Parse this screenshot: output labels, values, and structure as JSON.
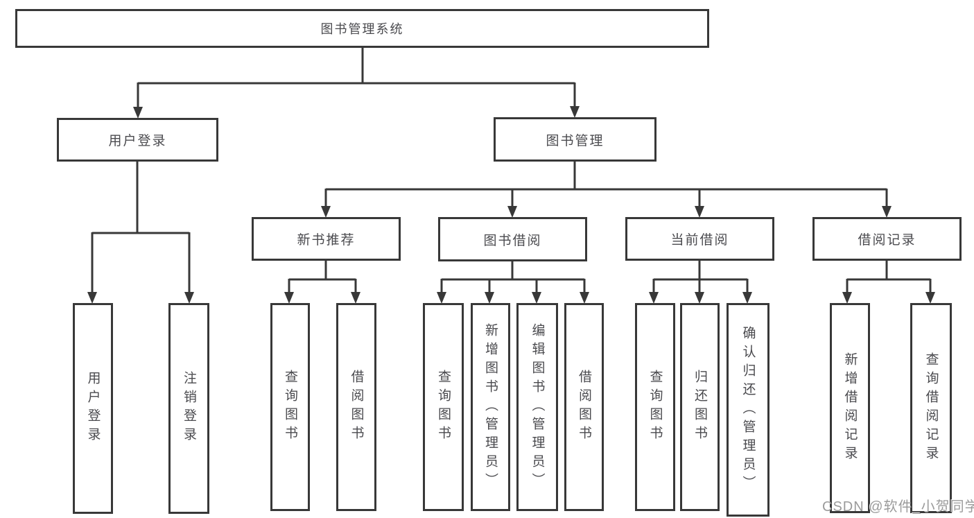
{
  "diagram": {
    "root": {
      "label": "图书管理系统"
    },
    "branches": {
      "user_login": {
        "label": "用户登录"
      },
      "book_management": {
        "label": "图书管理"
      }
    },
    "modules": {
      "new_book_recommend": {
        "label": "新书推荐"
      },
      "book_borrowing": {
        "label": "图书借阅"
      },
      "current_borrowing": {
        "label": "当前借阅"
      },
      "borrowing_records": {
        "label": "借阅记录"
      }
    },
    "leaves": {
      "user_login": {
        "label": "用户登录"
      },
      "logout": {
        "label": "注销登录"
      },
      "query_books_recommend": {
        "label": "查询图书"
      },
      "borrow_books_recommend": {
        "label": "借阅图书"
      },
      "query_books_borrowing": {
        "label": "查询图书"
      },
      "add_books_admin": {
        "label": "新增图书（管理员）"
      },
      "edit_books_admin": {
        "label": "编辑图书（管理员）"
      },
      "borrow_books_borrowing": {
        "label": "借阅图书"
      },
      "query_books_current": {
        "label": "查询图书"
      },
      "return_books": {
        "label": "归还图书"
      },
      "confirm_return_admin": {
        "label": "确认归还（管理员）"
      },
      "add_borrow_record": {
        "label": "新增借阅记录"
      },
      "query_borrow_record": {
        "label": "查询借阅记录"
      }
    }
  },
  "watermark": {
    "text": "CSDN @软件_小贺同学"
  },
  "colors": {
    "line": "#383838",
    "box_border": "#383838",
    "box_fill": "#ffffff",
    "text": "#4a4a4e",
    "watermark": "#9b9b9b",
    "background": "#ffffff"
  }
}
